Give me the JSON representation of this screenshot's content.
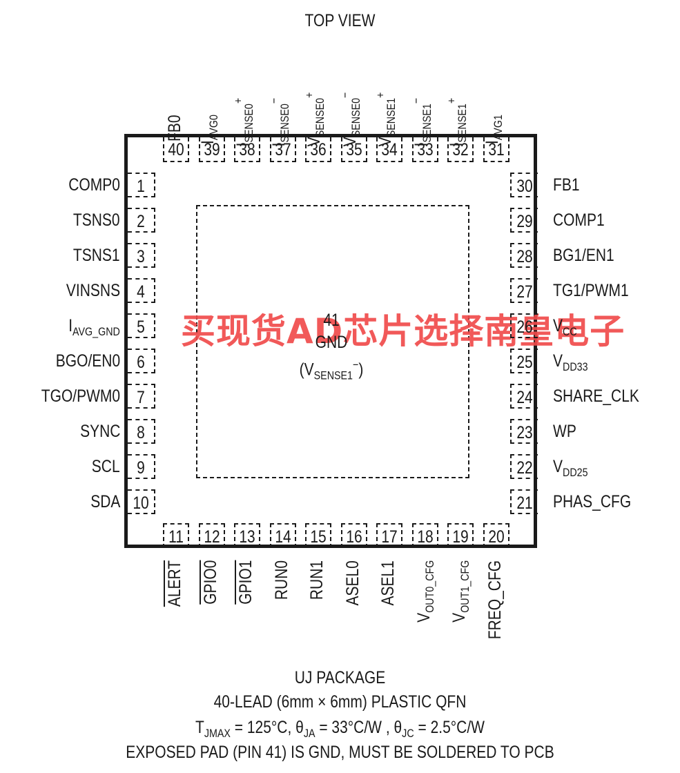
{
  "title": "TOP VIEW",
  "package": {
    "name": "UJ PACKAGE",
    "desc": "40-LEAD (6mm × 6mm) PLASTIC QFN",
    "exposed": "EXPOSED PAD (PIN 41) IS GND, MUST BE SOLDERED TO PCB",
    "thermal": {
      "t": "T",
      "t_sub": "JMAX",
      "t_val": " = 125°C, ",
      "theta": "θ",
      "ja_sub": "JA",
      "ja_val": " = 33°C/W , ",
      "jc_sub": "JC",
      "jc_val": " = 2.5°C/W"
    }
  },
  "center": {
    "num": "41",
    "name": "GND",
    "sense_pre": "(V",
    "sense_sub": "SENSE1",
    "sense_sup": "−",
    "sense_post": ")"
  },
  "watermark": "买现货AD芯片选择南皇电子",
  "left_pins": [
    {
      "num": "1",
      "label": "COMP0"
    },
    {
      "num": "2",
      "label": "TSNS0"
    },
    {
      "num": "3",
      "label": "TSNS1"
    },
    {
      "num": "4",
      "label": "VINSNS"
    },
    {
      "num": "5",
      "label_main": "I",
      "label_sub": "AVG_GND"
    },
    {
      "num": "6",
      "label": "BGO/EN0"
    },
    {
      "num": "7",
      "label": "TGO/PWM0"
    },
    {
      "num": "8",
      "label": "SYNC"
    },
    {
      "num": "9",
      "label": "SCL"
    },
    {
      "num": "10",
      "label": "SDA"
    }
  ],
  "right_pins": [
    {
      "num": "30",
      "label": "FB1"
    },
    {
      "num": "29",
      "label": "COMP1"
    },
    {
      "num": "28",
      "label": "BG1/EN1"
    },
    {
      "num": "27",
      "label": "TG1/PWM1"
    },
    {
      "num": "26",
      "label_main": "V",
      "label_sub": "CC"
    },
    {
      "num": "25",
      "label_main": "V",
      "label_sub": "DD33"
    },
    {
      "num": "24",
      "label": "SHARE_CLK"
    },
    {
      "num": "23",
      "label": "WP"
    },
    {
      "num": "22",
      "label_main": "V",
      "label_sub": "DD25"
    },
    {
      "num": "21",
      "label": "PHAS_CFG"
    }
  ],
  "top_pins": [
    {
      "num": "40",
      "main": "FB0",
      "sub": "",
      "sup": ""
    },
    {
      "num": "39",
      "main": "I",
      "sub": "AVG0",
      "sup": ""
    },
    {
      "num": "38",
      "main": "I",
      "sub": "SENSE0",
      "sup": "+"
    },
    {
      "num": "37",
      "main": "I",
      "sub": "SENSE0",
      "sup": "−"
    },
    {
      "num": "36",
      "main": "V",
      "sub": "SENSE0",
      "sup": "+"
    },
    {
      "num": "35",
      "main": "V",
      "sub": "SENSE0",
      "sup": "−"
    },
    {
      "num": "34",
      "main": "V",
      "sub": "SENSE1",
      "sup": "+"
    },
    {
      "num": "33",
      "main": "I",
      "sub": "SENSE1",
      "sup": "−"
    },
    {
      "num": "32",
      "main": "I",
      "sub": "SENSE1",
      "sup": "+"
    },
    {
      "num": "31",
      "main": "I",
      "sub": "AVG1",
      "sup": ""
    }
  ],
  "bottom_pins": [
    {
      "num": "11",
      "main": "ALERT",
      "sub": "",
      "over": true
    },
    {
      "num": "12",
      "main": "GPIO0",
      "sub": "",
      "over": true
    },
    {
      "num": "13",
      "main": "GPIO1",
      "sub": "",
      "over": true
    },
    {
      "num": "14",
      "main": "RUN0",
      "sub": "",
      "over": false
    },
    {
      "num": "15",
      "main": "RUN1",
      "sub": "",
      "over": false
    },
    {
      "num": "16",
      "main": "ASEL0",
      "sub": "",
      "over": false
    },
    {
      "num": "17",
      "main": "ASEL1",
      "sub": "",
      "over": false
    },
    {
      "num": "18",
      "main": "V",
      "sub": "OUT0_CFG",
      "over": false
    },
    {
      "num": "19",
      "main": "V",
      "sub": "OUT1_CFG",
      "over": false
    },
    {
      "num": "20",
      "main": "FREQ_CFG",
      "sub": "",
      "over": false
    }
  ]
}
